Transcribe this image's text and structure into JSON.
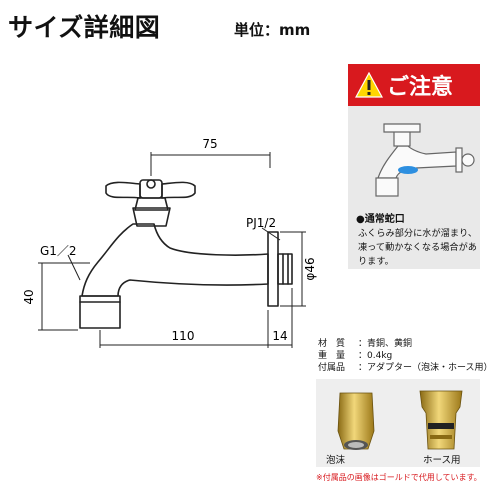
{
  "title": "サイズ詳細図",
  "unit": "単位：mm",
  "dimensions": {
    "spout_length": "75",
    "pj_thread": "PJ1/2",
    "g_thread": "G1／2",
    "outlet_height": "40",
    "body_length": "110",
    "flange_depth": "14",
    "flange_diameter": "φ46"
  },
  "caution": {
    "label": "ご注意",
    "subtitle": "●通常蛇口",
    "text": "ふくらみ部分に水が溜まり、凍って動かなくなる場合があります。"
  },
  "specs": [
    {
      "key": "材　質",
      "value": "：青銅、黄銅"
    },
    {
      "key": "重　量",
      "value": "：0.4kg"
    },
    {
      "key": "付属品",
      "value": "：アダプター（泡沫・ホース用）"
    }
  ],
  "accessories": {
    "foam": "泡沫",
    "hose": "ホース用"
  },
  "note": "※付属品の画像はゴールドで代用しています。",
  "colors": {
    "caution_red": "#d8191e",
    "panel_gray": "#e9e9e9",
    "brass": "#c9a227"
  }
}
